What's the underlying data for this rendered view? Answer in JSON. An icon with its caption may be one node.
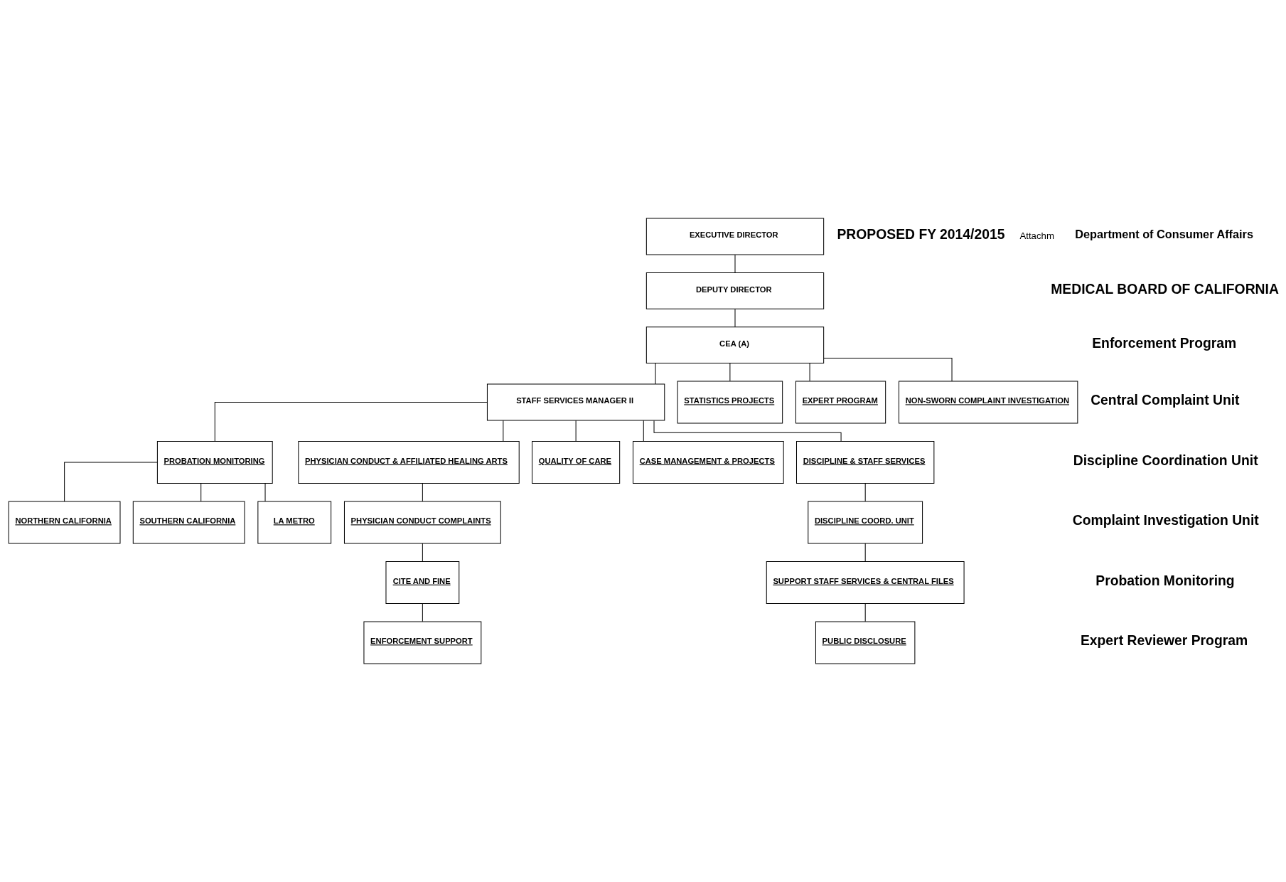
{
  "diagram": {
    "nodes": [
      {
        "text": [
          "EXECUTIVE DIRECTOR"
        ]
      },
      {
        "text": [
          "DEPUTY DIRECTOR"
        ]
      },
      {
        "text": [
          "CEA (A)"
        ]
      },
      {
        "text": [
          "STAFF SERVICES MANAGER II"
        ]
      },
      {
        "text": [
          "PROBATION MONITORING"
        ]
      },
      {
        "text": [
          "PHYSICIAN CONDUCT & AFFILIATED HEALING ARTS"
        ]
      },
      {
        "text": [
          "QUALITY OF CARE"
        ]
      },
      {
        "text": [
          "CASE MANAGEMENT & PROJECTS"
        ]
      },
      {
        "text": [
          "DISCIPLINE & STAFF SERVICES"
        ]
      },
      {
        "text": [
          "STATISTICS PROJECTS"
        ]
      },
      {
        "text": [
          "EXPERT PROGRAM"
        ]
      },
      {
        "text": [
          "NON-SWORN COMPLAINT INVESTIGATION"
        ]
      },
      {
        "text": [
          "NORTHERN CALIFORNIA"
        ]
      },
      {
        "text": [
          "SOUTHERN CALIFORNIA"
        ]
      },
      {
        "text": [
          "LA METRO"
        ]
      },
      {
        "text": [
          "PHYSICIAN CONDUCT COMPLAINTS"
        ]
      },
      {
        "text": [
          "CITE AND FINE"
        ]
      },
      {
        "text": [
          "ENFORCEMENT SUPPORT"
        ]
      },
      {
        "text": [
          "DISCIPLINE COORD. UNIT"
        ]
      },
      {
        "text": [
          "SUPPORT STAFF SERVICES & CENTRAL FILES"
        ]
      },
      {
        "text": [
          "PUBLIC DISCLOSURE"
        ]
      }
    ],
    "edges": [
      {
        "from": 0,
        "to": 1,
        "arrow": "none"
      },
      {
        "from": 1,
        "to": 2,
        "arrow": "none"
      },
      {
        "from": 2,
        "to": 3,
        "arrow": "none"
      },
      {
        "from": 3,
        "to": 4,
        "arrow": "none"
      },
      {
        "from": 3,
        "to": 5,
        "arrow": "none"
      },
      {
        "from": 3,
        "to": 6,
        "arrow": "none"
      },
      {
        "from": 3,
        "to": 7,
        "arrow": "none"
      },
      {
        "from": 3,
        "to": 8,
        "arrow": "none"
      },
      {
        "from": 2,
        "to": 9,
        "arrow": "none"
      },
      {
        "from": 2,
        "to": 10,
        "arrow": "none"
      },
      {
        "from": 2,
        "to": 11,
        "arrow": "none"
      },
      {
        "from": 4,
        "to": 12,
        "arrow": "none"
      },
      {
        "from": 4,
        "to": 13,
        "arrow": "none"
      },
      {
        "from": 4,
        "to": 14,
        "arrow": "none"
      },
      {
        "from": 5,
        "to": 15,
        "arrow": "none"
      },
      {
        "from": 15,
        "to": 16,
        "arrow": "none"
      },
      {
        "from": 16,
        "to": 17,
        "arrow": "none"
      },
      {
        "from": 8,
        "to": 18,
        "arrow": "none"
      },
      {
        "from": 18,
        "to": 19,
        "arrow": "none"
      },
      {
        "from": 19,
        "to": 20,
        "arrow": "none"
      }
    ],
    "labels": [
      "Department of Consumer Affairs",
      "MEDICAL BOARD OF CALIFORNIA",
      "Enforcement Program",
      "Central Complaint Unit",
      "Discipline Coordination Unit",
      "Complaint Investigation Unit",
      "Probation Monitoring",
      "Expert Reviewer Program",
      "PROPOSED FY 2014/2015",
      "Attachm"
    ]
  }
}
